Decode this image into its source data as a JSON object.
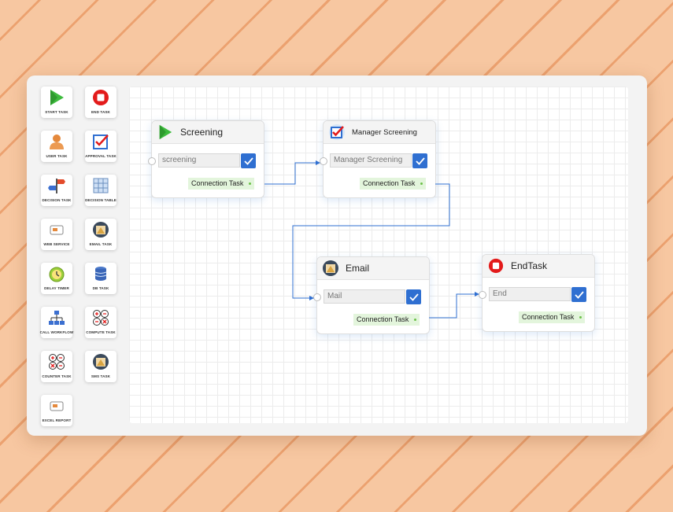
{
  "palette": {
    "items": [
      {
        "label": "START TASK",
        "icon": "play-icon"
      },
      {
        "label": "END TASK",
        "icon": "stop-icon"
      },
      {
        "label": "USER TASK",
        "icon": "user-icon"
      },
      {
        "label": "APPROVAL TASK",
        "icon": "checkbox-icon"
      },
      {
        "label": "DECISION TASK",
        "icon": "signpost-icon"
      },
      {
        "label": "DECISION TABLE",
        "icon": "table-icon"
      },
      {
        "label": "WEB SERVICE",
        "icon": "web-service-icon"
      },
      {
        "label": "EMAIL TASK",
        "icon": "email-avatar-icon"
      },
      {
        "label": "DELAY TIMER",
        "icon": "timer-icon"
      },
      {
        "label": "DB TASK",
        "icon": "database-icon"
      },
      {
        "label": "CALL WORKFLOW",
        "icon": "workflow-icon"
      },
      {
        "label": "COMPUTE TASK",
        "icon": "calculator-icon"
      },
      {
        "label": "COUNTER TASK",
        "icon": "counter-icon"
      },
      {
        "label": "SMS TASK",
        "icon": "sms-avatar-icon"
      },
      {
        "label": "EXCEL REPORT",
        "icon": "report-icon"
      }
    ]
  },
  "nodes": {
    "screening": {
      "title": "Screening",
      "value": "screening",
      "connection": "Connection Task"
    },
    "manager": {
      "title": "Manager Screening",
      "value": "Manager Screening",
      "connection": "Connection Task"
    },
    "email": {
      "title": "Email",
      "value": "Mail",
      "connection": "Connection Task"
    },
    "end": {
      "title": "EndTask",
      "value": "End",
      "connection": "Connection Task"
    }
  },
  "colors": {
    "accent": "#2f6fd1",
    "connection_bg": "#e3f5dc",
    "wire": "#2f6fd1"
  }
}
